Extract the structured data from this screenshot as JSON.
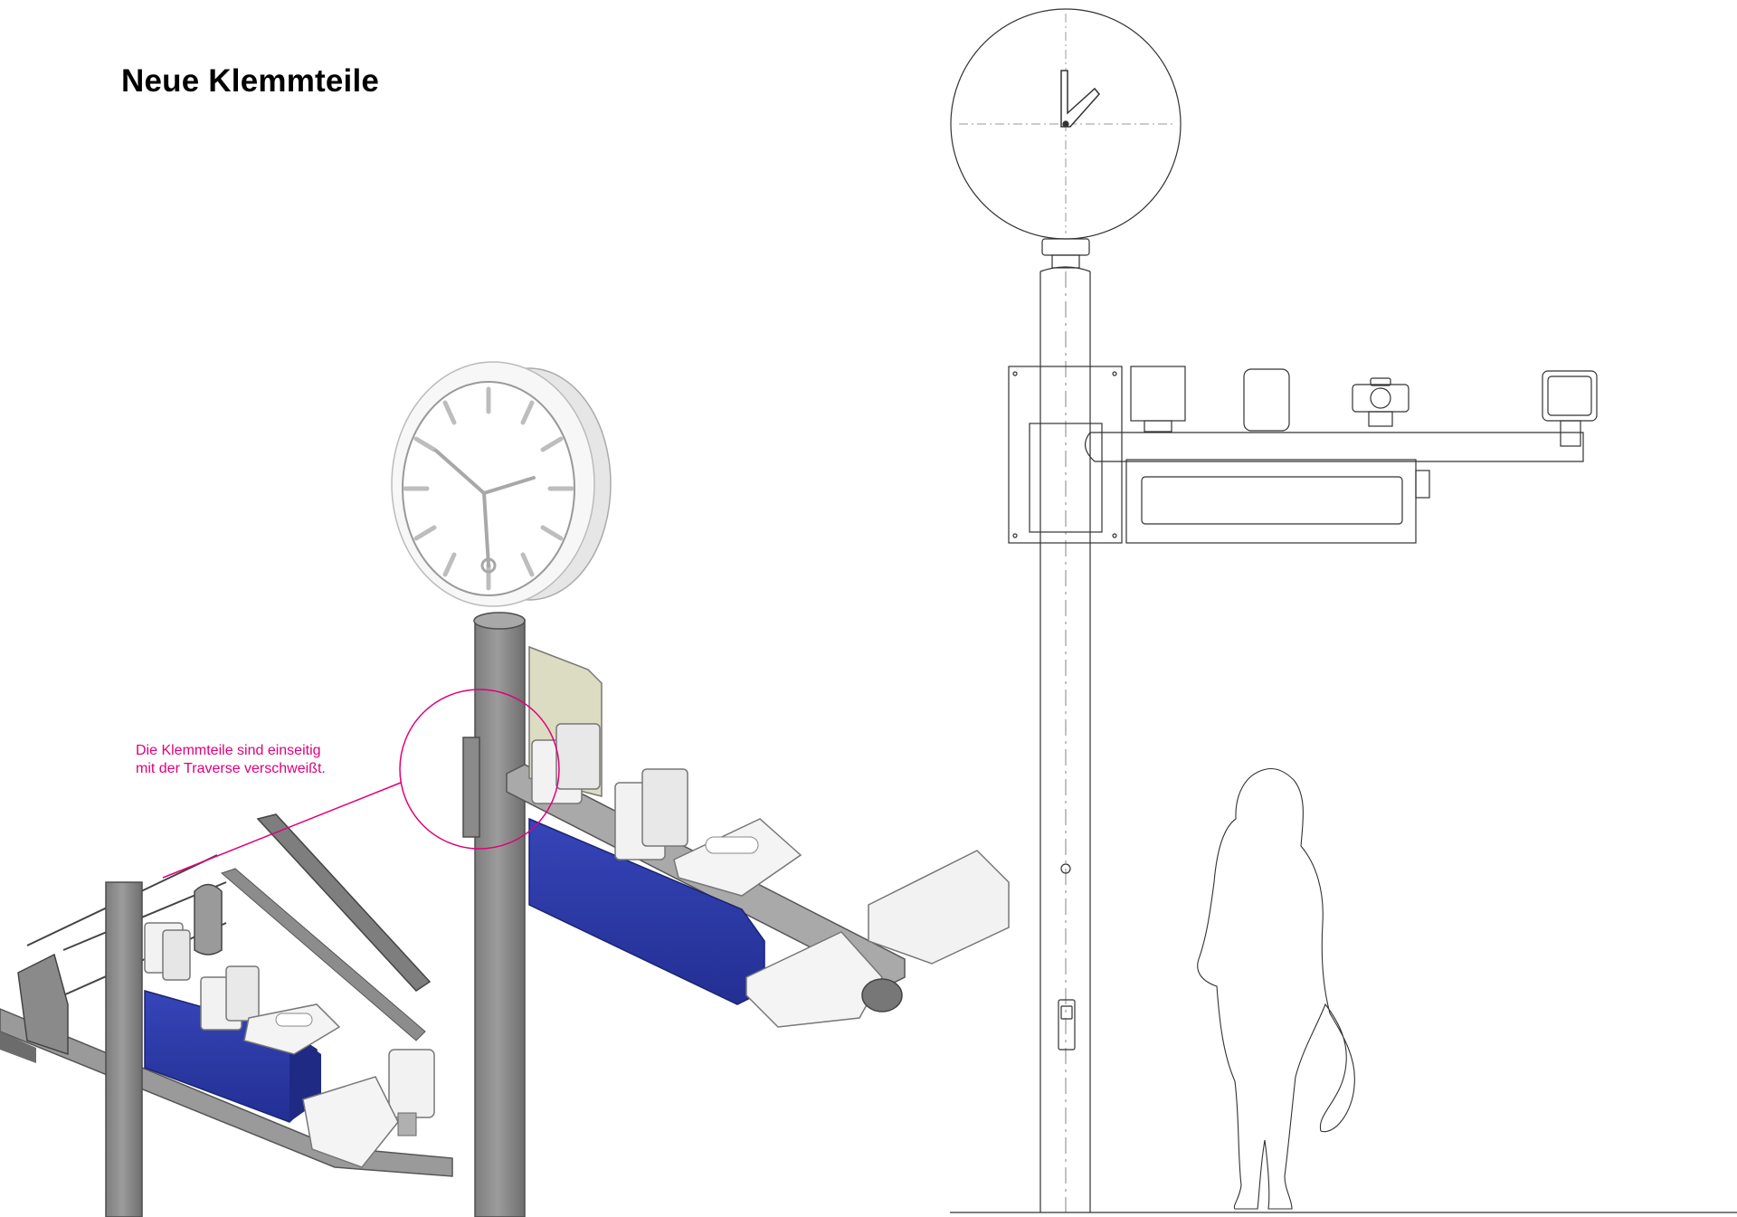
{
  "title": "Neue Klemmteile",
  "annotation": {
    "line1": "Die Klemmteile sind einseitig",
    "line2": "mit der Traverse verschweißt."
  },
  "colors": {
    "accent": "#e0007a",
    "pole": "#8f8f8f",
    "display": "#2a39a8",
    "device": "#f2f2f2",
    "line": "#333333"
  },
  "icons": [
    "station-clock-icon",
    "camera-icon",
    "loudspeaker-icon",
    "person-silhouette-icon"
  ]
}
